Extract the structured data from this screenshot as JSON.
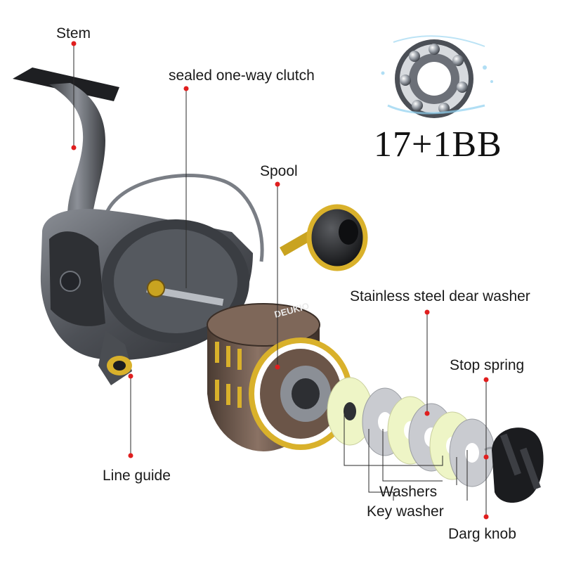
{
  "labels": {
    "stem": "Stem",
    "clutch": "sealed  one-way clutch",
    "spool": "Spool",
    "steel_washer": "Stainless steel dear washer",
    "stop_spring": "Stop  spring",
    "line_guide": "Line guide",
    "washers": "Washers",
    "key_washer": "Key washer",
    "drag_knob": "Darg knob"
  },
  "bearing_badge": {
    "text": "17+1BB"
  },
  "spool_brand": "DEUKIO",
  "colors": {
    "marker": "#e01e1e",
    "leader": "#2a2a2a",
    "reel_body": "#5a5d63",
    "spool_bronze": "#6b5548",
    "gold": "#d9b12b",
    "felt": "#eef5c6",
    "metal_washer": "#c9cbd0"
  }
}
